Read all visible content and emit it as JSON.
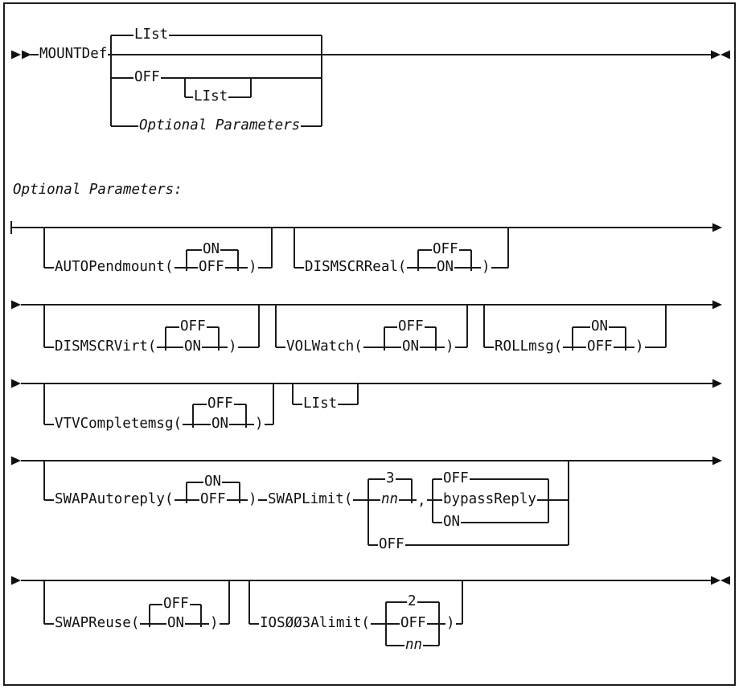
{
  "diagram": {
    "section_label": "Optional Parameters:",
    "main_row": {
      "command": "MOUNTDef",
      "default_option": "LIst",
      "off_option": "OFF",
      "off_list_option": "LIst",
      "fragment_ref": "Optional Parameters"
    },
    "groups": {
      "autopendmount": {
        "keyword": "AUTOPendmount(",
        "top": "ON",
        "line": "OFF",
        "close": ")"
      },
      "dismscrreal": {
        "keyword": "DISMSCRReal(",
        "top": "OFF",
        "line": "ON",
        "close": ")"
      },
      "dismscrvirt": {
        "keyword": "DISMSCRVirt(",
        "top": "OFF",
        "line": "ON",
        "close": ")"
      },
      "volwatch": {
        "keyword": "VOLWatch(",
        "top": "OFF",
        "line": "ON",
        "close": ")"
      },
      "rollmsg": {
        "keyword": "ROLLmsg(",
        "top": "ON",
        "line": "OFF",
        "close": ")"
      },
      "vtvcompletemsg": {
        "keyword": "VTVCompletemsg(",
        "top": "OFF",
        "line": "ON",
        "close": ")"
      },
      "list": {
        "keyword": "LIst"
      },
      "swapautoreply": {
        "keyword": "SWAPAutoreply(",
        "top": "ON",
        "line": "OFF",
        "close": ")"
      },
      "swaplimit": {
        "keyword": "SWAPLimit(",
        "top": "3",
        "line": "nn",
        "bottom": "OFF",
        "separator": ",",
        "reply_top": "OFF",
        "reply_line": "bypassReply",
        "reply_bottom": "ON"
      },
      "swapreuse": {
        "keyword": "SWAPReuse(",
        "top": "OFF",
        "line": "ON",
        "close": ")"
      },
      "ios003alimit": {
        "keyword": "IOSØØ3Alimit(",
        "top": "2",
        "line": "OFF",
        "bottom": "nn",
        "close": ")"
      }
    }
  }
}
